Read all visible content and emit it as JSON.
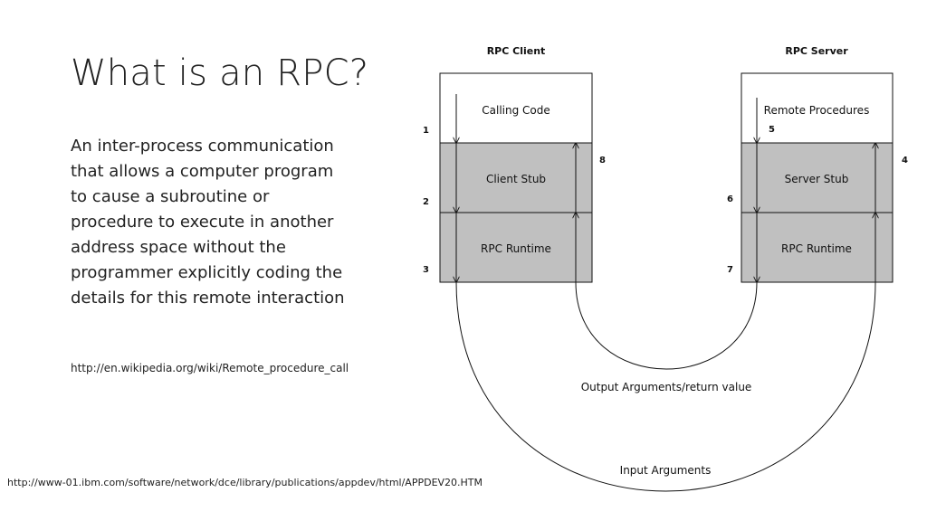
{
  "slide": {
    "title": "What is an RPC?",
    "body": "An inter-process communication that allows a computer program to cause a subroutine or procedure to execute in another address space without the programmer explicitly coding the details for this remote interaction",
    "source_link": "http://en.wikipedia.org/wiki/Remote_procedure_call",
    "footer_url": "http://www-01.ibm.com/software/network/dce/library/publications/appdev/html/APPDEV20.HTM"
  },
  "diagram": {
    "client_header": "RPC Client",
    "server_header": "RPC Server",
    "client_boxes": [
      "Calling Code",
      "Client Stub",
      "RPC Runtime"
    ],
    "server_boxes": [
      "Remote Procedures",
      "Server Stub",
      "RPC Runtime"
    ],
    "steps": [
      "1",
      "2",
      "3",
      "4",
      "5",
      "6",
      "7",
      "8"
    ],
    "output_label": "Output Arguments/return value",
    "input_label": "Input Arguments",
    "colors": {
      "box_gray": "#c0c0c0",
      "box_white": "#ffffff",
      "line": "#111111"
    }
  }
}
